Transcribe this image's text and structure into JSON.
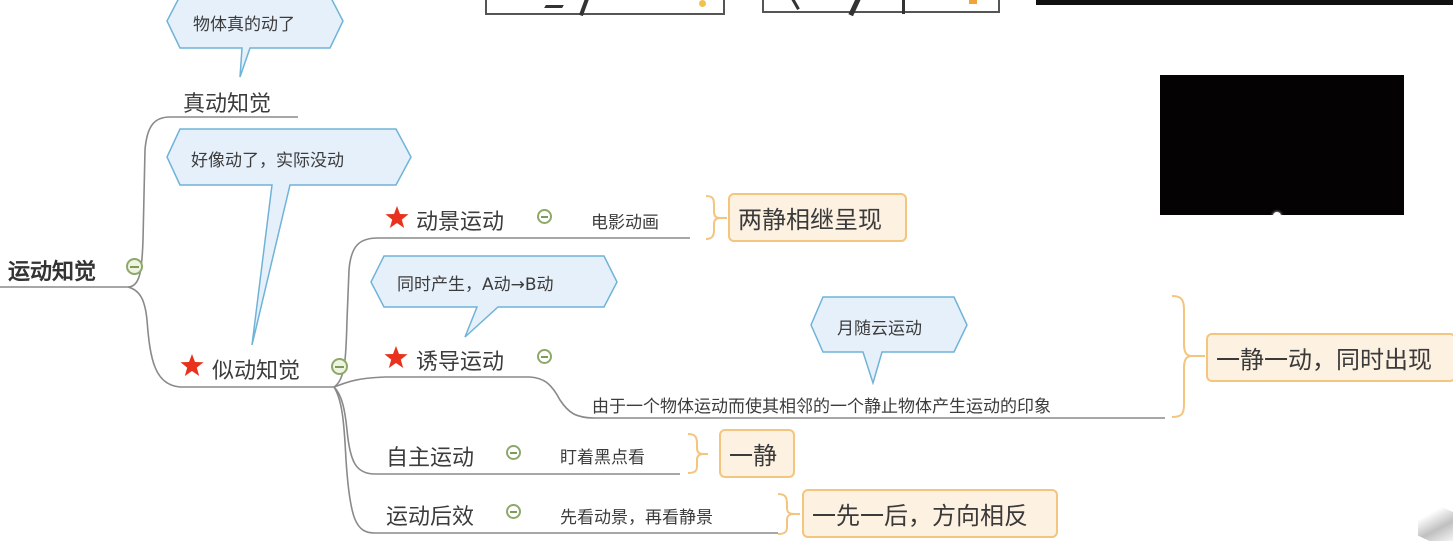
{
  "mindmap": {
    "root": {
      "label": "运动知觉"
    },
    "branches": [
      {
        "label": "真动知觉",
        "callout": "物体真的动了"
      },
      {
        "label": "似动知觉",
        "starred": true,
        "callout": "好像动了，实际没动",
        "children": [
          {
            "label": "动景运动",
            "starred": true,
            "detail": "电影动画",
            "summary": "两静相继呈现"
          },
          {
            "label": "诱导运动",
            "starred": true,
            "callout": "同时产生，A动→B动",
            "detail": "由于一个物体运动而使其相邻的一个静止物体产生运动的印象",
            "detail_callout": "月随云运动",
            "summary": "一静一动，同时出现"
          },
          {
            "label": "自主运动",
            "starred": false,
            "detail": "盯着黑点看",
            "summary": "一静"
          },
          {
            "label": "运动后效",
            "starred": false,
            "detail": "先看动景，再看静景",
            "summary": "一先一后，方向相反"
          }
        ]
      }
    ]
  },
  "colors": {
    "star": "#e8321e",
    "callout_fill": "#e6f0fa",
    "callout_stroke": "#6fb3d8",
    "summary_fill": "#fdf1e2",
    "summary_stroke": "#f3c57e",
    "line": "#8a8a8a",
    "collapse": "#8ea86a"
  },
  "icons": {
    "star": "star-icon",
    "collapse": "collapse-minus-icon"
  },
  "media": {
    "video_preview": "black-screen-with-white-dot"
  }
}
